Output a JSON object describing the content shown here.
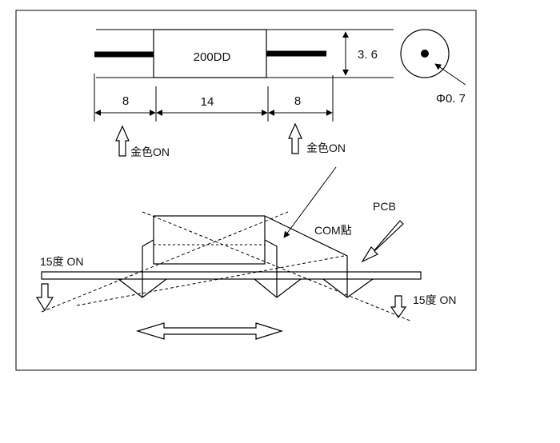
{
  "component": {
    "body_label": "200DD",
    "diameter_label": "3. 6",
    "lead_dia_label": "Φ0. 7"
  },
  "dimensions": {
    "left_lead": "8",
    "body": "14",
    "right_lead": "8"
  },
  "annotations": {
    "gold_on_left": "金色ON",
    "gold_on_right": "金色ON",
    "com_point": "COM點",
    "pcb": "PCB",
    "angle_left": "15度  ON",
    "angle_right": "15度  ON"
  }
}
